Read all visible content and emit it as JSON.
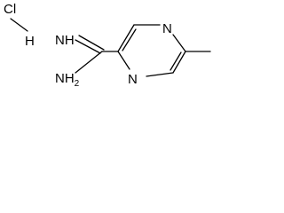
{
  "molecule": {
    "salt_atoms": {
      "chlorine": "Cl",
      "hydrogen": "H"
    },
    "atoms": {
      "imine_n": "NH",
      "amine_n": "NH",
      "amine_h_count": "2",
      "ring_n_top": "N",
      "ring_n_bottom": "N"
    }
  }
}
